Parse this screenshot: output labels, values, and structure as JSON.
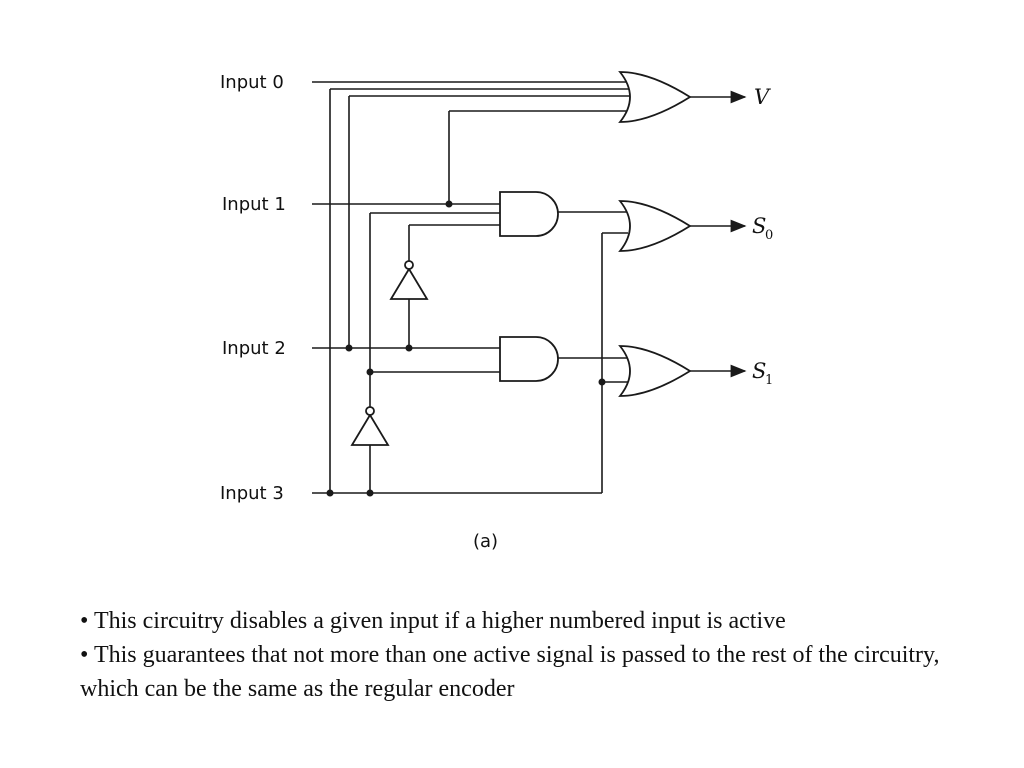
{
  "diagram": {
    "inputs": [
      "Input 0",
      "Input 1",
      "Input 2",
      "Input 3"
    ],
    "outputs": {
      "v": "V",
      "s0": "S",
      "s0_sub": "0",
      "s1": "S",
      "s1_sub": "1"
    },
    "caption": "(a)"
  },
  "notes": [
    "• This circuitry disables a given input if a higher numbered input is active",
    "• This guarantees that not more than one active signal is passed to the rest of the circuitry, which can be the same as the regular encoder"
  ]
}
